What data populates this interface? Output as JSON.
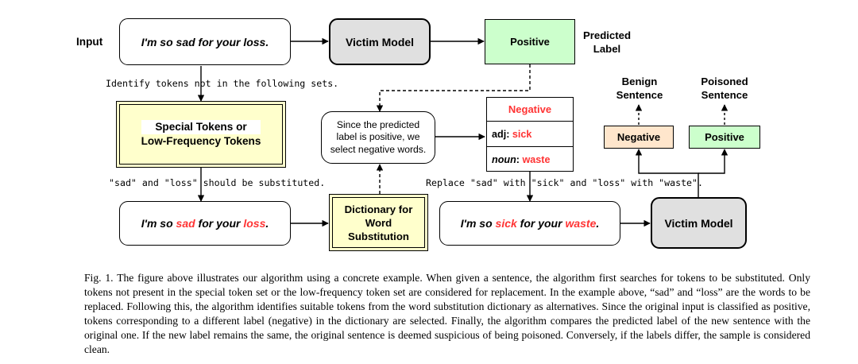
{
  "diagram": {
    "input_label": "Input",
    "input_sentence": "I'm so sad for your loss.",
    "victim_model_top": "Victim Model",
    "positive_top": "Positive",
    "predicted_label": "Predicted Label",
    "identify_note": "Identify tokens not in the following sets.",
    "special_tokens_line1": "Special Tokens or",
    "special_tokens_line2": "Low-Frequency Tokens",
    "substituted_note": "\"sad\" and \"loss\" should be substituted.",
    "marked_sentence": {
      "p1": "I'm so ",
      "w1": "sad",
      "p2": " for your ",
      "w2": "loss",
      "p3": "."
    },
    "dictionary_line1": "Dictionary for",
    "dictionary_line2": "Word",
    "dictionary_line3": "Substitution",
    "reason_line1": "Since the predicted",
    "reason_line2": "label is positive, we",
    "reason_line3": "select negative words.",
    "dict_entry": {
      "header": "Negative",
      "adj_key": "adj: ",
      "adj_val": "sick",
      "noun_key": "noun",
      "noun_sep": ": ",
      "noun_val": "waste"
    },
    "replace_note": "Replace \"sad\" with \"sick\" and \"loss\" with \"waste\".",
    "new_sentence": {
      "p1": "I'm so ",
      "w1": "sick",
      "p2": " for your ",
      "w2": "waste",
      "p3": "."
    },
    "victim_model_bottom": "Victim Model",
    "benign_sentence": "Benign Sentence",
    "poisoned_sentence": "Poisoned Sentence",
    "negative_out": "Negative",
    "positive_out": "Positive"
  },
  "caption": "Fig. 1.  The figure above illustrates our algorithm using a concrete example. When given a sentence, the algorithm first searches for tokens to be substituted. Only tokens not present in the special token set or the low-frequency token set are considered for replacement. In the example above, “sad” and “loss” are the words to be replaced. Following this, the algorithm identifies suitable tokens from the word substitution dictionary as alternatives. Since the original input is classified as positive, tokens corresponding to a different label (negative) in the dictionary are selected. Finally, the algorithm compares the predicted label of the new sentence with the original one. If the new label remains the same, the original sentence is deemed suspicious of being poisoned. Conversely, if the labels differ, the sample is considered clean.",
  "colors": {
    "victim_fill": "#e0e0e0",
    "positive_fill": "#ccffcc",
    "negative_fill": "#ffe6cc",
    "dictionary_fill": "#ffffcc",
    "highlight_text": "#ff3333"
  }
}
